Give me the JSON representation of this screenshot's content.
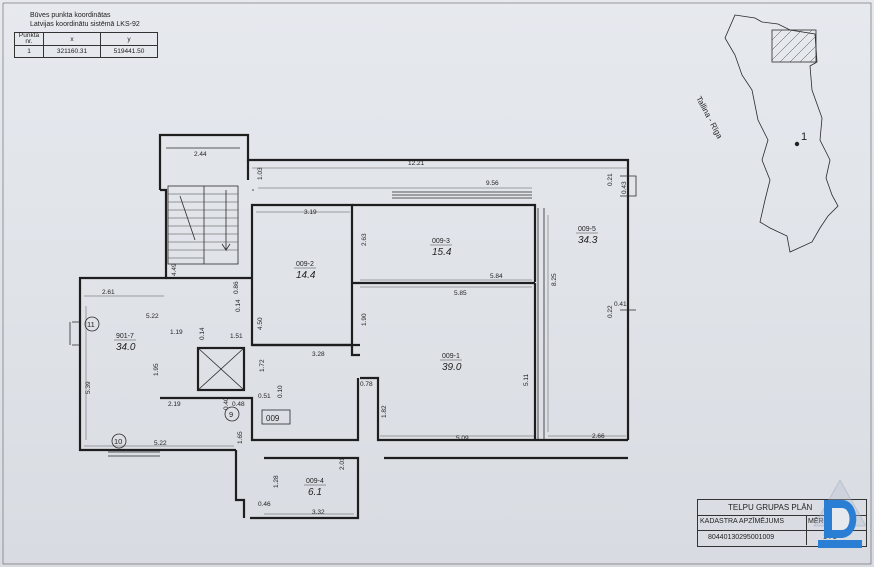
{
  "coords": {
    "title_line1": "Būves punkta koordinātas",
    "title_line2": "Latvijas koordinātu sistēmā LKS-92",
    "headers": [
      "Punkta nr.",
      "x",
      "y"
    ],
    "rows": [
      [
        "1",
        "321160.31",
        "519441.50"
      ]
    ]
  },
  "location": {
    "road_label": "Tallina - Rīga",
    "point_label": "1"
  },
  "rooms": [
    {
      "id": "009-2",
      "area": "14.4"
    },
    {
      "id": "009-3",
      "area": "15.4"
    },
    {
      "id": "009-5",
      "area": "34.3"
    },
    {
      "id": "009-1",
      "area": "39.0"
    },
    {
      "id": "901-7",
      "area": "34.0"
    },
    {
      "id": "009-4",
      "area": "6.1"
    }
  ],
  "group_label": "009",
  "markers": [
    "11",
    "9",
    "10"
  ],
  "dims": {
    "d244": "2.44",
    "d1221": "12.21",
    "d103": "1.03",
    "d956": "9.56",
    "d021": "0.21",
    "d043": "0.43",
    "d319": "3.19",
    "d263": "2.63",
    "d449": "4.49",
    "d261": "2.61",
    "d086": "0.86",
    "d014": "0.14",
    "d522a": "5.22",
    "d119": "1.19",
    "d014b": "0.14",
    "d151": "1.51",
    "d584": "5.84",
    "d825": "8.25",
    "d585": "5.85",
    "d041": "0.41",
    "d022": "0.22",
    "d450": "4.50",
    "d190": "1.90",
    "d328": "3.28",
    "d195": "1.95",
    "d172": "1.72",
    "d051": "0.51",
    "d010": "0.10",
    "d078": "0.78",
    "d511": "5.11",
    "d539": "5.39",
    "d219": "2.19",
    "d040": "0.40",
    "d048": "0.48",
    "d182": "1.82",
    "d165": "1.65",
    "d522b": "5.22",
    "d509": "5.09",
    "d266": "2.66",
    "d128": "1.28",
    "d201": "2.01",
    "d046": "0.46",
    "d332": "3.32"
  },
  "title_block": {
    "title": "TELPU GRUPAS PLĀN",
    "row2": "KADASTRA APZĪMĒJUMS",
    "row2b": "MĒROGS 1:2",
    "row3": "80440130295001009",
    "row3b": "1 : 1"
  }
}
